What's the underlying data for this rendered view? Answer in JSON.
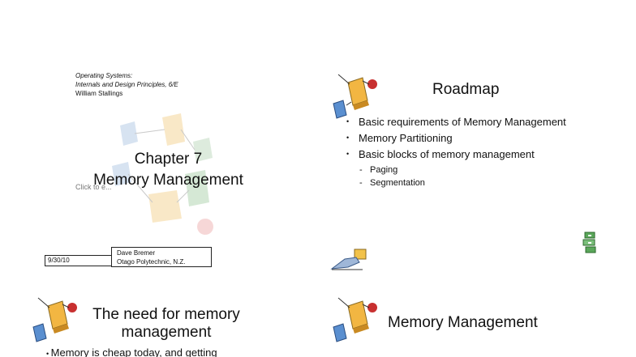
{
  "slide1": {
    "book_line1": "Operating Systems:",
    "book_line2": "Internals and Design Principles, 6/E",
    "book_line3": "William Stallings",
    "chapter": "Chapter 7",
    "title": "Memory Management",
    "click_hint": "Click to e...",
    "date": "9/30/10",
    "presenter": "Dave Bremer",
    "institution": "Otago Polytechnic, N.Z."
  },
  "slide2": {
    "title": "Roadmap",
    "bullets": [
      "Basic requirements of Memory Management",
      "Memory Partitioning",
      "Basic blocks of memory management"
    ],
    "subbullets": [
      "Paging",
      "Segmentation"
    ]
  },
  "slide3": {
    "title_line1": "The need for memory",
    "title_line2": "management",
    "bullet1": "Memory is cheap today, and getting"
  },
  "slide4": {
    "title": "Memory Management"
  }
}
